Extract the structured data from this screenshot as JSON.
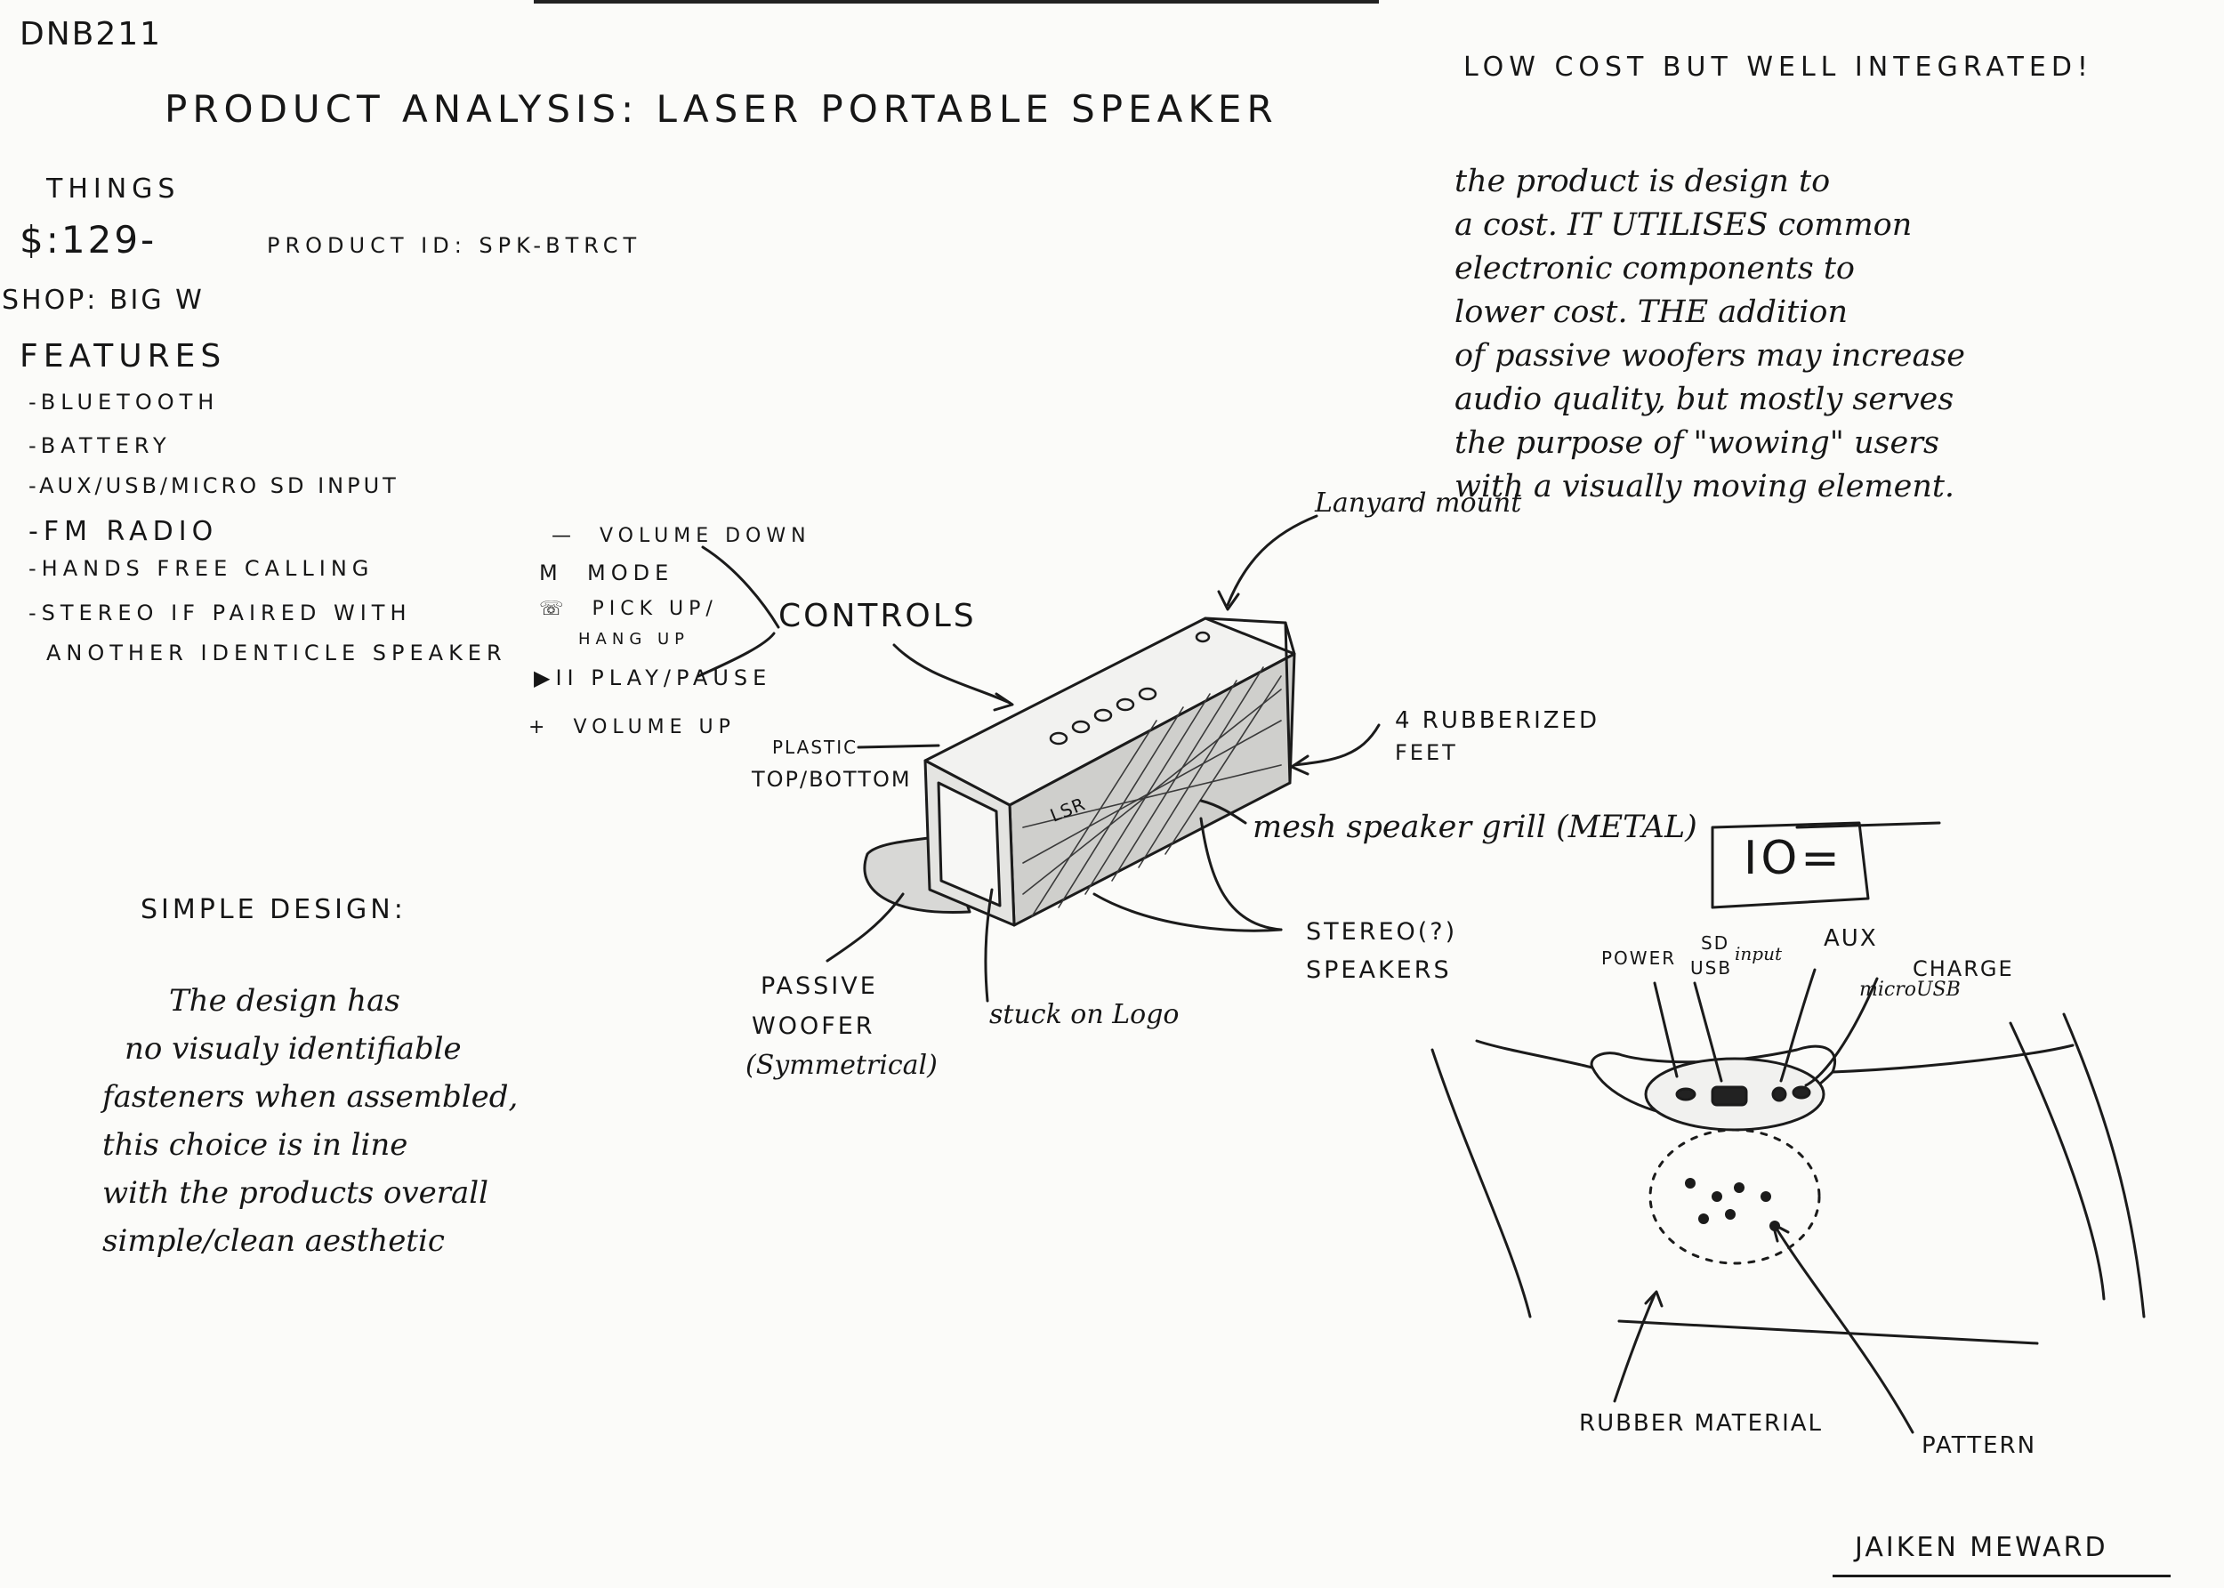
{
  "header": {
    "code": "DNB211",
    "title": "PRODUCT ANALYSIS: LASER PORTABLE SPEAKER",
    "tagline": "LOW COST BUT WELL INTEGRATED!"
  },
  "info": {
    "things": "THINGS",
    "price": "$:129-",
    "product_id": "PRODUCT ID: SPK-BTRCT",
    "shop": "SHOP: BIG W",
    "features_label": "FEATURES",
    "features": [
      "-BLUETOOTH",
      "-BATTERY",
      "-AUX/USB/MICRO SD INPUT",
      "-FM RADIO",
      "-HANDS FREE CALLING",
      "-STEREO IF PAIRED WITH",
      "ANOTHER IDENTICLE SPEAKER"
    ]
  },
  "notes": {
    "analysis": [
      "the product is design to",
      "a cost. IT UTILISES common",
      "electronic components to",
      "lower cost. THE addition",
      "of passive woofers may increase",
      "audio quality, but mostly serves",
      "the purpose of \"wowing\" users",
      "with a visually moving element."
    ],
    "simple_design_label": "SIMPLE DESIGN:",
    "simple_design": [
      "The design has",
      "no visualy identifiable",
      "fasteners when assembled,",
      "this choice is in line",
      "with the products overall",
      "simple/clean aesthetic"
    ]
  },
  "controls": {
    "label": "CONTROLS",
    "items": [
      {
        "key": "—",
        "text": "VOLUME DOWN"
      },
      {
        "key": "M",
        "text": "MODE"
      },
      {
        "key": "☏",
        "text": "PICK UP/"
      },
      {
        "key": "",
        "text": "HANG UP"
      },
      {
        "key": "▶II",
        "text": "PLAY/PAUSE"
      },
      {
        "key": "+",
        "text": "VOLUME UP"
      }
    ]
  },
  "callouts": {
    "lanyard": "Lanyard mount",
    "plastic": "PLASTIC",
    "top_bottom": "TOP/BOTTOM",
    "feet_1": "4 RUBBERIZED",
    "feet_2": "FEET",
    "mesh": "mesh speaker grill (METAL)",
    "stereo_1": "STEREO(?)",
    "stereo_2": "SPEAKERS",
    "passive_1": "PASSIVE",
    "passive_2": "WOOFER",
    "passive_3": "(Symmetrical)",
    "logo": "stuck on Logo",
    "logo_mark": "LSR"
  },
  "detail": {
    "io": "IO=",
    "power": "POWER",
    "sd": "SD",
    "usb": "USB",
    "input": "input",
    "aux": "AUX",
    "charge": "CHARGE",
    "micro_usb": "microUSB",
    "rubber": "RUBBER MATERIAL",
    "pattern": "PATTERN"
  },
  "footer": {
    "author": "JAIKEN MEWARD"
  }
}
